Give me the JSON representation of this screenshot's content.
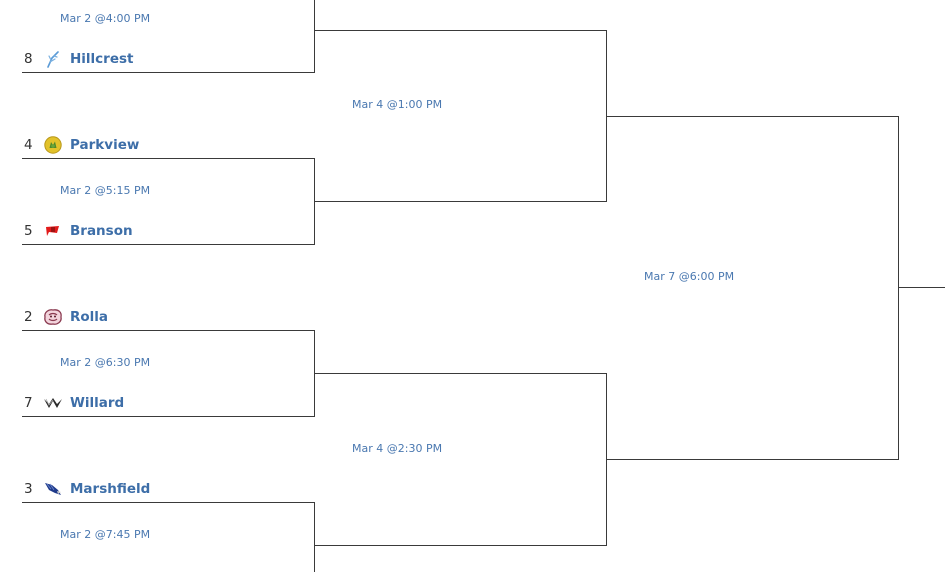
{
  "bracket": {
    "line_color": "#3a3a3a",
    "team_name_color": "#3d6ea8",
    "time_color": "#4a78b0",
    "round1": [
      {
        "time": "Mar 2 @4:00 PM",
        "teams": [
          {
            "seed": "8",
            "name": "Hillcrest",
            "logo": "hillcrest-logo-icon"
          }
        ]
      },
      {
        "time": "Mar 2 @5:15 PM",
        "teams": [
          {
            "seed": "4",
            "name": "Parkview",
            "logo": "parkview-logo-icon"
          },
          {
            "seed": "5",
            "name": "Branson",
            "logo": "branson-logo-icon"
          }
        ]
      },
      {
        "time": "Mar 2 @6:30 PM",
        "teams": [
          {
            "seed": "2",
            "name": "Rolla",
            "logo": "rolla-logo-icon"
          },
          {
            "seed": "7",
            "name": "Willard",
            "logo": "willard-logo-icon"
          }
        ]
      },
      {
        "time": "Mar 2 @7:45 PM",
        "teams": [
          {
            "seed": "3",
            "name": "Marshfield",
            "logo": "marshfield-logo-icon"
          }
        ]
      }
    ],
    "round2": [
      {
        "time": "Mar 4 @1:00 PM"
      },
      {
        "time": "Mar 4 @2:30 PM"
      }
    ],
    "final": {
      "time": "Mar 7 @6:00 PM"
    }
  }
}
